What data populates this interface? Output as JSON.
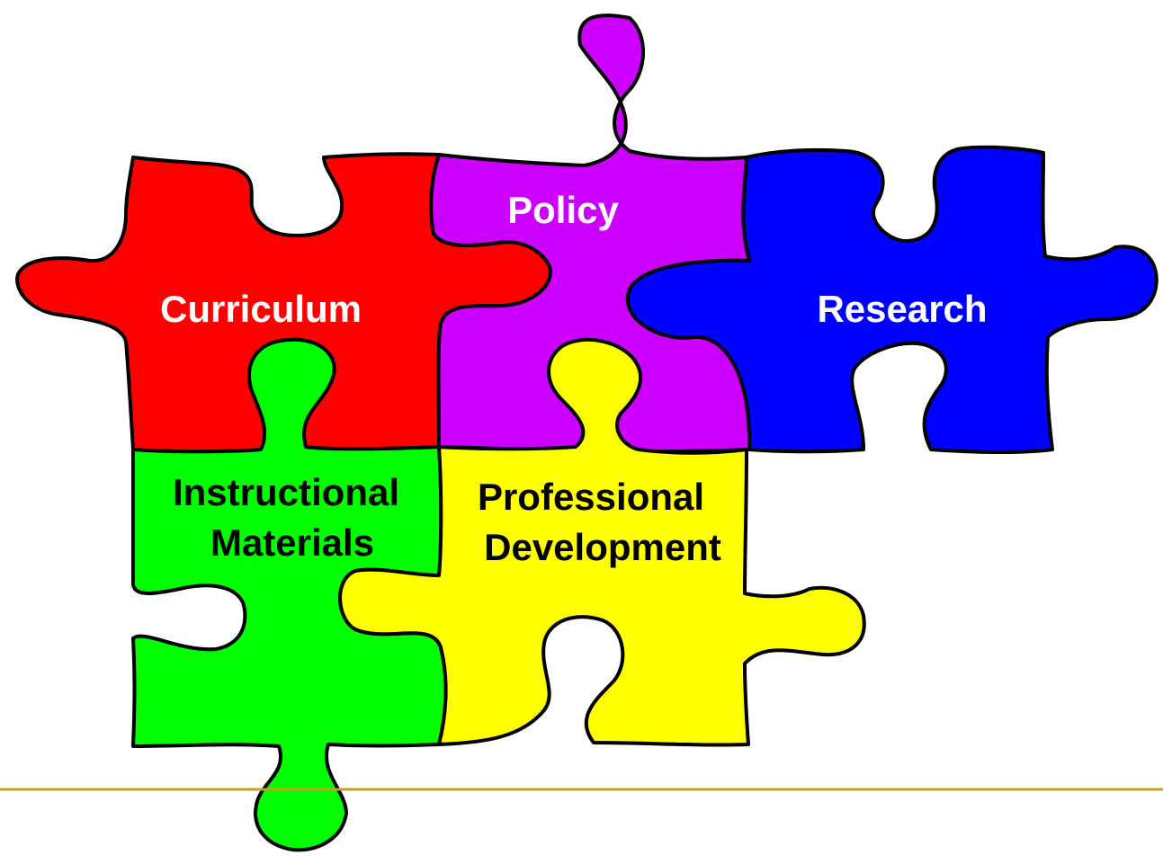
{
  "pieces": {
    "policy": {
      "label": "Policy",
      "fill": "#cc00ff",
      "text_color": "#ffffff"
    },
    "curriculum": {
      "label": "Curriculum",
      "fill": "#ff0000",
      "text_color": "#ffffff"
    },
    "research": {
      "label": "Research",
      "fill": "#0000ff",
      "text_color": "#ffffff"
    },
    "instructional_materials": {
      "label_line1": "Instructional",
      "label_line2": "Materials",
      "fill": "#00ff00",
      "text_color": "#000000"
    },
    "professional_development": {
      "label_line1": "Professional",
      "label_line2": "Development",
      "fill": "#ffff00",
      "text_color": "#000000"
    }
  },
  "colors": {
    "divider": "#c8a020",
    "background": "#ffffff"
  }
}
